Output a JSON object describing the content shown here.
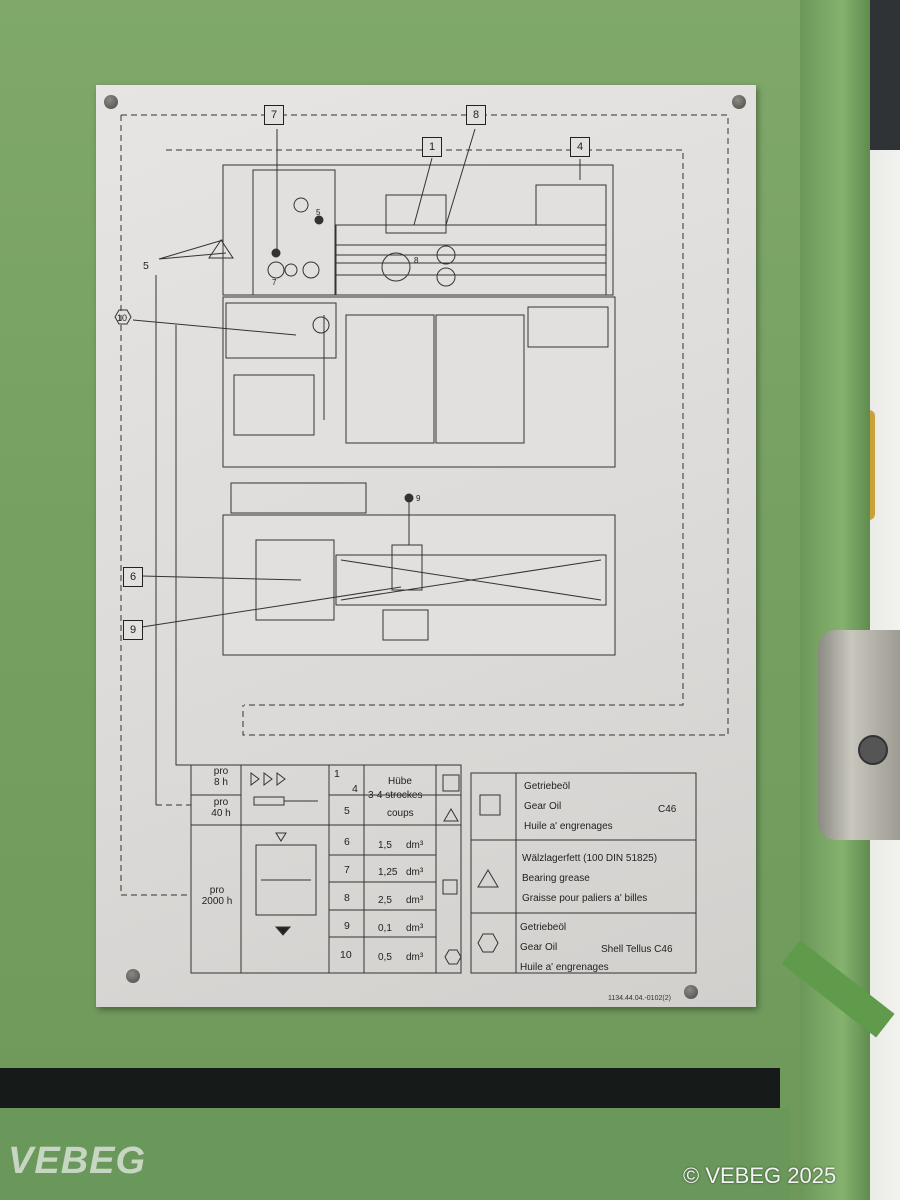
{
  "plate": {
    "callouts": [
      "7",
      "8",
      "1",
      "4",
      "5",
      "10",
      "6",
      "9"
    ],
    "detail_label_9": "9",
    "detail_label_5": "5",
    "detail_label_7": "7",
    "detail_label_8": "8",
    "part_number": "1134.44.04.-0102(2)"
  },
  "legend_left": {
    "rows": [
      {
        "interval": "pro\n8 h"
      },
      {
        "interval": "pro\n40 h"
      },
      {
        "interval": "pro\n2000 h"
      }
    ],
    "strokes_header": "Hübe",
    "strokes_line2": "3-4 strockes",
    "strokes_line3": "coups",
    "items": [
      {
        "point": "1",
        "sub": "4",
        "qty": ""
      },
      {
        "point": "5",
        "qty": ""
      },
      {
        "point": "6",
        "qty": "1,5",
        "unit": "dm³"
      },
      {
        "point": "7",
        "qty": "1,25",
        "unit": "dm³"
      },
      {
        "point": "8",
        "qty": "2,5",
        "unit": "dm³"
      },
      {
        "point": "9",
        "qty": "0,1",
        "unit": "dm³"
      },
      {
        "point": "10",
        "qty": "0,5",
        "unit": "dm³"
      }
    ]
  },
  "legend_right": {
    "lubricants": [
      {
        "symbol": "square",
        "lines": [
          "Getriebeöl",
          "Gear Oil",
          "Huile a' engrenages"
        ],
        "grade": "C46"
      },
      {
        "symbol": "triangle",
        "lines": [
          "Wälzlagerfett (100 DIN 51825)",
          "Bearing grease",
          "Graisse pour paliers a' billes"
        ],
        "grade": ""
      },
      {
        "symbol": "hexagon",
        "lines": [
          "Getriebeöl",
          "Gear Oil",
          "Huile a' engrenages"
        ],
        "grade": "Shell Tellus C46"
      }
    ]
  },
  "watermarks": {
    "left": "VEBEG",
    "right": "© VEBEG 2025"
  }
}
